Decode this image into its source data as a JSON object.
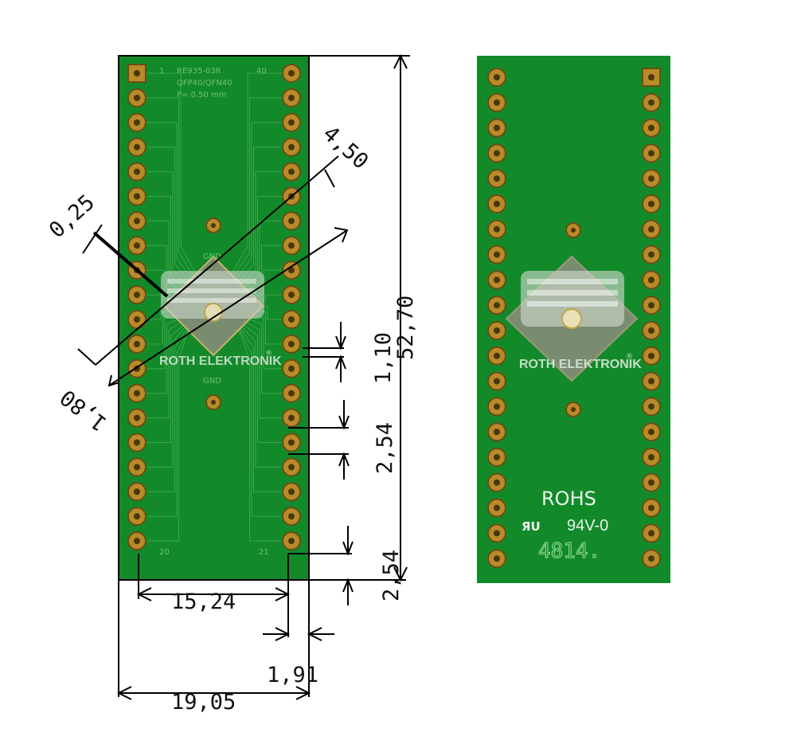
{
  "left_board": {
    "silkscreen": {
      "part_no": "RE935-03R",
      "pin_count": "40",
      "package": "QFP40/QFN40",
      "pitch": "P= 0,50 mm",
      "pin1": "1",
      "pin20": "20",
      "pin21": "21",
      "gnd_top": "GND",
      "gnd_bottom": "GND"
    },
    "logo_text": "ROTH ELEKTRONIK",
    "registered": "®"
  },
  "dimensions": {
    "height_total": "52,70",
    "pad_size": "1,10",
    "pitch_vertical": "2,54",
    "edge_bottom": "2,54",
    "row_spacing": "15,24",
    "edge_side": "1,91",
    "width_total": "19,05",
    "diag_450": "4,50",
    "diag_025": "0,25",
    "diag_180": "1,80"
  },
  "right_board": {
    "logo_text": "ROTH ELEKTRONIK",
    "registered": "®",
    "rohs": "ROHS",
    "ul_mark": "ЯU",
    "rating": "94V-0",
    "date_code": "4814."
  },
  "colors": {
    "pcb_green": "#128a2a",
    "pad_gold": "#b88a2a",
    "dimension_line": "#000000"
  }
}
